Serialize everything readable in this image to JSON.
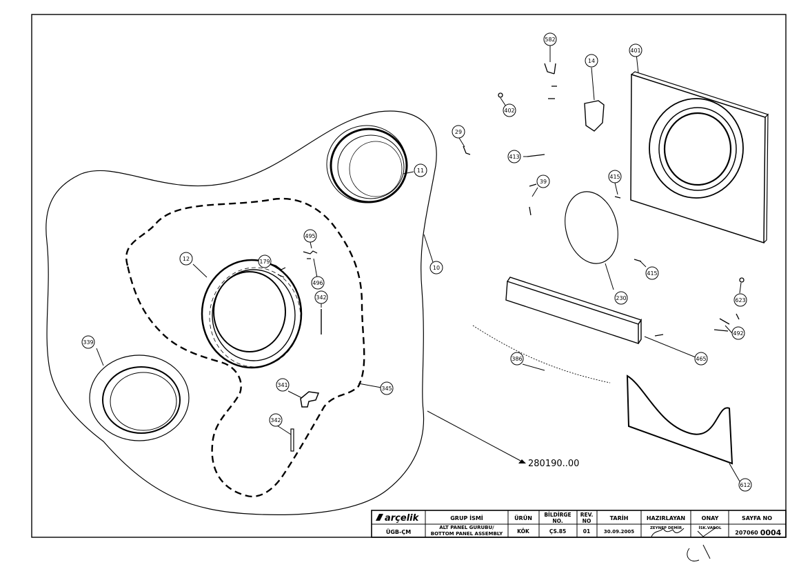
{
  "drawing": {
    "reference_label": "280190..00"
  },
  "callouts": [
    {
      "id": "11",
      "label": "11"
    },
    {
      "id": "12",
      "label": "12"
    },
    {
      "id": "10",
      "label": "10"
    },
    {
      "id": "14",
      "label": "14"
    },
    {
      "id": "29",
      "label": "29"
    },
    {
      "id": "39",
      "label": "39"
    },
    {
      "id": "179",
      "label": "179"
    },
    {
      "id": "230",
      "label": "230"
    },
    {
      "id": "339",
      "label": "339"
    },
    {
      "id": "341",
      "label": "341"
    },
    {
      "id": "342a",
      "label": "342"
    },
    {
      "id": "342b",
      "label": "342"
    },
    {
      "id": "345",
      "label": "345"
    },
    {
      "id": "386",
      "label": "386"
    },
    {
      "id": "401",
      "label": "401"
    },
    {
      "id": "402",
      "label": "402"
    },
    {
      "id": "413",
      "label": "413"
    },
    {
      "id": "415a",
      "label": "415"
    },
    {
      "id": "415b",
      "label": "415"
    },
    {
      "id": "465",
      "label": "465"
    },
    {
      "id": "492",
      "label": "492"
    },
    {
      "id": "495",
      "label": "495"
    },
    {
      "id": "496",
      "label": "496"
    },
    {
      "id": "582",
      "label": "582"
    },
    {
      "id": "612",
      "label": "612"
    },
    {
      "id": "623",
      "label": "623"
    }
  ],
  "title_block": {
    "logo_text": "arçelik",
    "group_name_header": "GRUP İSMİ",
    "product_header": "ÜRÜN",
    "doc_no_header_1": "BİLDİRGE",
    "doc_no_header_2": "NO.",
    "rev_header_1": "REV.",
    "rev_header_2": "NO",
    "date_header": "TARİH",
    "prepared_header": "HAZIRLAYAN",
    "approval_header": "ONAY",
    "page_header": "SAYFA NO",
    "department": "ÜGB-ÇM",
    "group_name_line1": "ALT PANEL GURUBU/",
    "group_name_line2": "BOTTOM PANEL ASSEMBLY",
    "product": "KÖK",
    "doc_no": "ÇS.85",
    "rev_no": "01",
    "date": "30.09.2005",
    "prepared_by": "ZEYNEP DEMİR",
    "approved_by": "İSK.VAROL",
    "page_no_prefix": "207060",
    "page_no": "0004"
  }
}
